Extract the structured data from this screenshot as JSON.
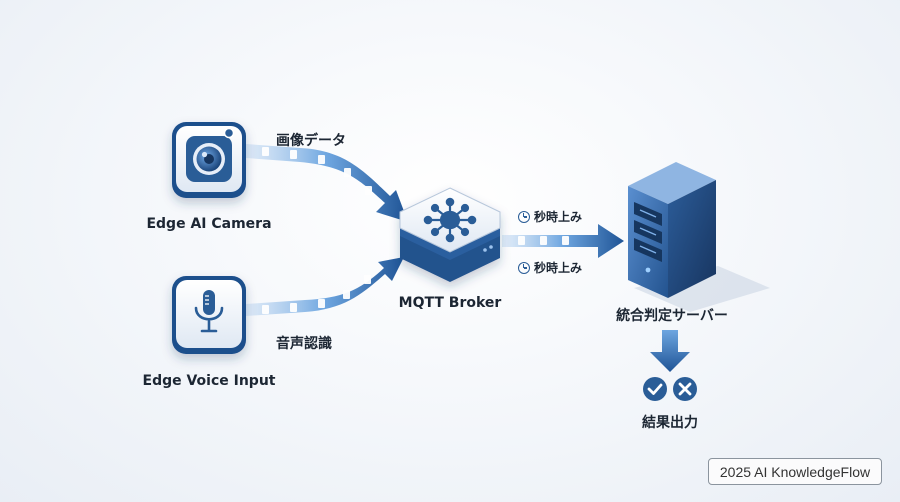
{
  "nodes": {
    "camera": {
      "label": "Edge AI Camera",
      "icon": "camera-icon"
    },
    "voice": {
      "label": "Edge Voice Input",
      "icon": "microphone-icon"
    },
    "broker": {
      "label": "MQTT Broker",
      "icon": "hub-icon"
    },
    "server": {
      "label": "統合判定サーバー",
      "icon": "server-icon"
    },
    "result": {
      "label": "結果出力",
      "icons": [
        "check-icon",
        "cross-icon"
      ]
    }
  },
  "edges": {
    "camera_to_broker": "画像データ",
    "voice_to_broker": "音声認識",
    "broker_to_server_top": "秒時上み",
    "broker_to_server_bottom": "秒時上み"
  },
  "watermark": "2025 AI KnowledgeFlow",
  "colors": {
    "accent": "#2d62a3",
    "accent_light": "#5f9fe0",
    "dark": "#1c2633"
  }
}
